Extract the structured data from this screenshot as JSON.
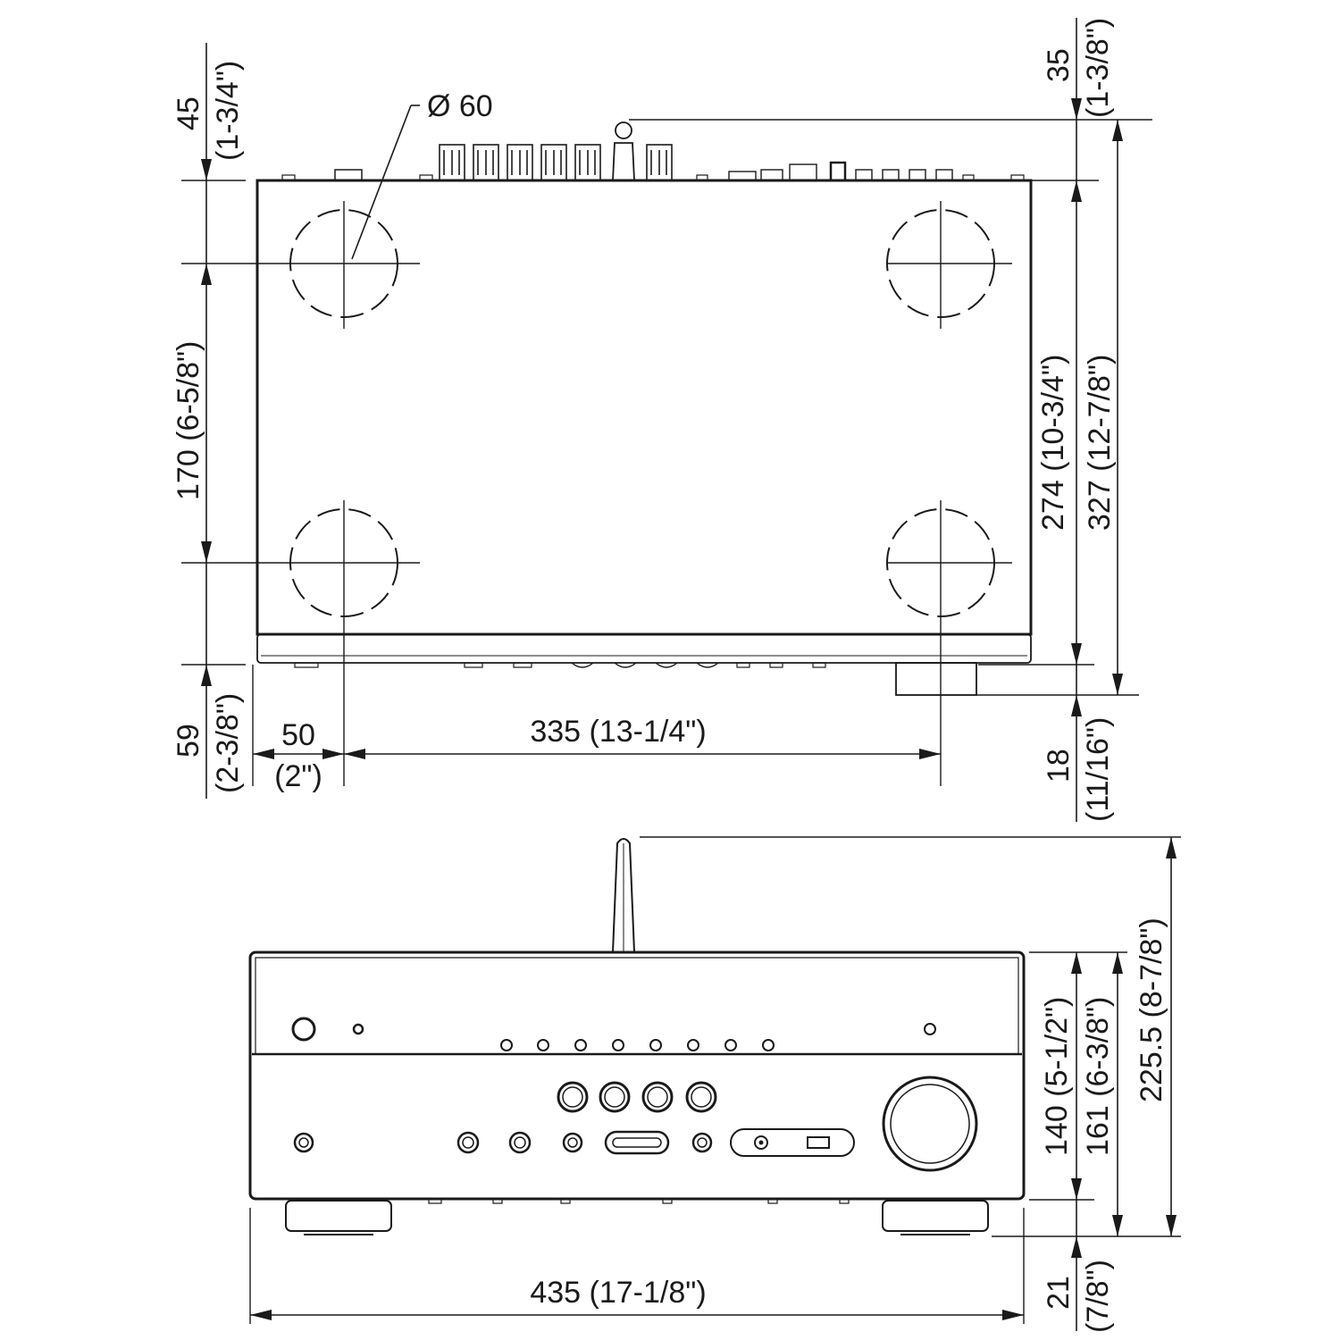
{
  "top_view": {
    "diameter_label": "Ø 60",
    "left": {
      "d45": "45",
      "d45_in": "(1-3/4\")",
      "d170": "170 (6-5/8\")",
      "d59": "59",
      "d59_in": "(2-3/8\")"
    },
    "bottom": {
      "d50": "50",
      "d50_in": "(2\")",
      "d335": "335 (13-1/4\")"
    },
    "right": {
      "d35": "35",
      "d35_in": "(1-3/8\")",
      "d274": "274 (10-3/4\")",
      "d327": "327 (12-7/8\")",
      "d18": "18",
      "d18_in": "(11/16\")"
    }
  },
  "front_view": {
    "d435": "435 (17-1/8\")",
    "d140": "140 (5-1/2\")",
    "d161": "161 (6-3/8\")",
    "d225": "225.5 (8-7/8\")",
    "d21": "21",
    "d21_in": "(7/8\")"
  }
}
